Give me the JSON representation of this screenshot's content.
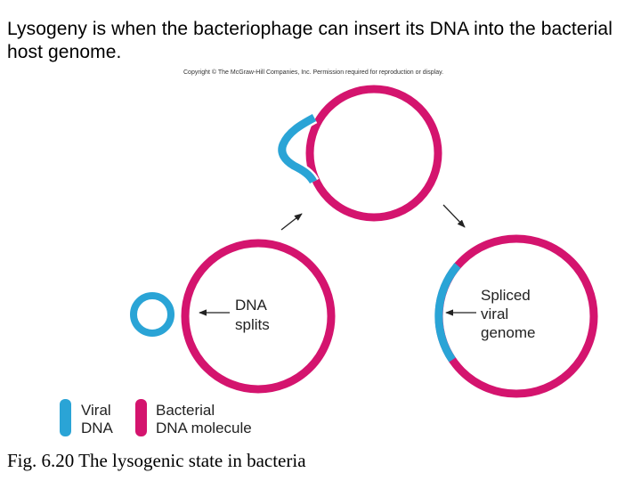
{
  "heading": "Lysogeny is when the bacteriophage can insert its DNA into the bacterial host genome.",
  "copyright": "Copyright © The McGraw-Hill Companies, Inc. Permission required for reproduction or display.",
  "labels": {
    "dna_splits_line1": "DNA",
    "dna_splits_line2": "splits",
    "spliced_line1": "Spliced",
    "spliced_line2": "viral",
    "spliced_line3": "genome"
  },
  "legend": {
    "viral_line1": "Viral",
    "viral_line2": "DNA",
    "bacterial_line1": "Bacterial",
    "bacterial_line2": "DNA molecule"
  },
  "colors": {
    "viral": "#2aa4d6",
    "bacterial": "#d4146e"
  },
  "caption": "Fig. 6.20 The lysogenic state in bacteria"
}
